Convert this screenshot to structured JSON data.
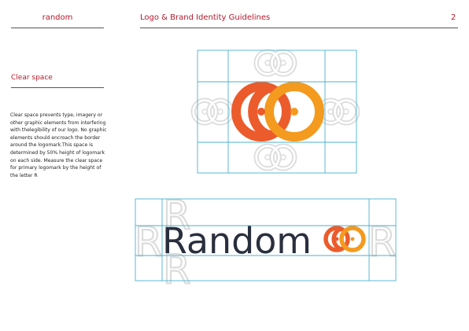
{
  "header": {
    "brand": "random",
    "title": "Logo & Brand Identity Guidelines",
    "page_number": "2"
  },
  "section": {
    "title": "Clear space",
    "body": "Clear space prevents type, imagery or other graphic elements from interfering with thelegibility of our logo. No graphic elements should encroach the border around the logomark.This space is determined by 50% height of logomark on each side. Measure the clear space for primary logomark by the height of the letter R"
  },
  "wordmark": {
    "text": "Random",
    "guide_letter": "R"
  },
  "colors": {
    "accent_text": "#b5182a",
    "mark_red": "#ec5b2b",
    "mark_orange": "#f39a1f",
    "wordmark": "#2a2f3d",
    "guide_lines": "#4bb2d2",
    "watermark": "#dcdcdc"
  }
}
